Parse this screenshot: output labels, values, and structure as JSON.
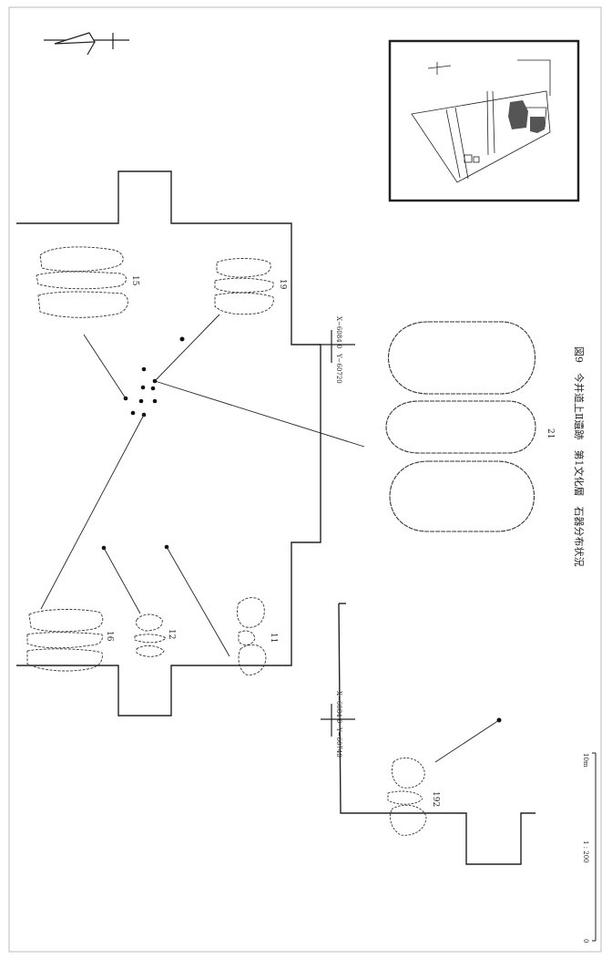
{
  "caption": "図9　今井道上Ⅱ遺跡　第1文化層　石器分布状況",
  "grid": {
    "top_x": "X−6084 0",
    "top_y": "Y−60720",
    "bottom_x": "X−6084 0",
    "bottom_y": "Y−60740"
  },
  "artifact_labels": {
    "a15": "15",
    "a19": "19",
    "a21": "21",
    "a16": "16",
    "a12": "12",
    "a11": "11",
    "a192": "192"
  },
  "scale": {
    "zero": "0",
    "ratio": "1 : 200",
    "end": "10m"
  },
  "colors": {
    "line": "#222222",
    "building": "#555555"
  },
  "icons": [
    "north-arrow-icon",
    "grid-cross-icon"
  ]
}
